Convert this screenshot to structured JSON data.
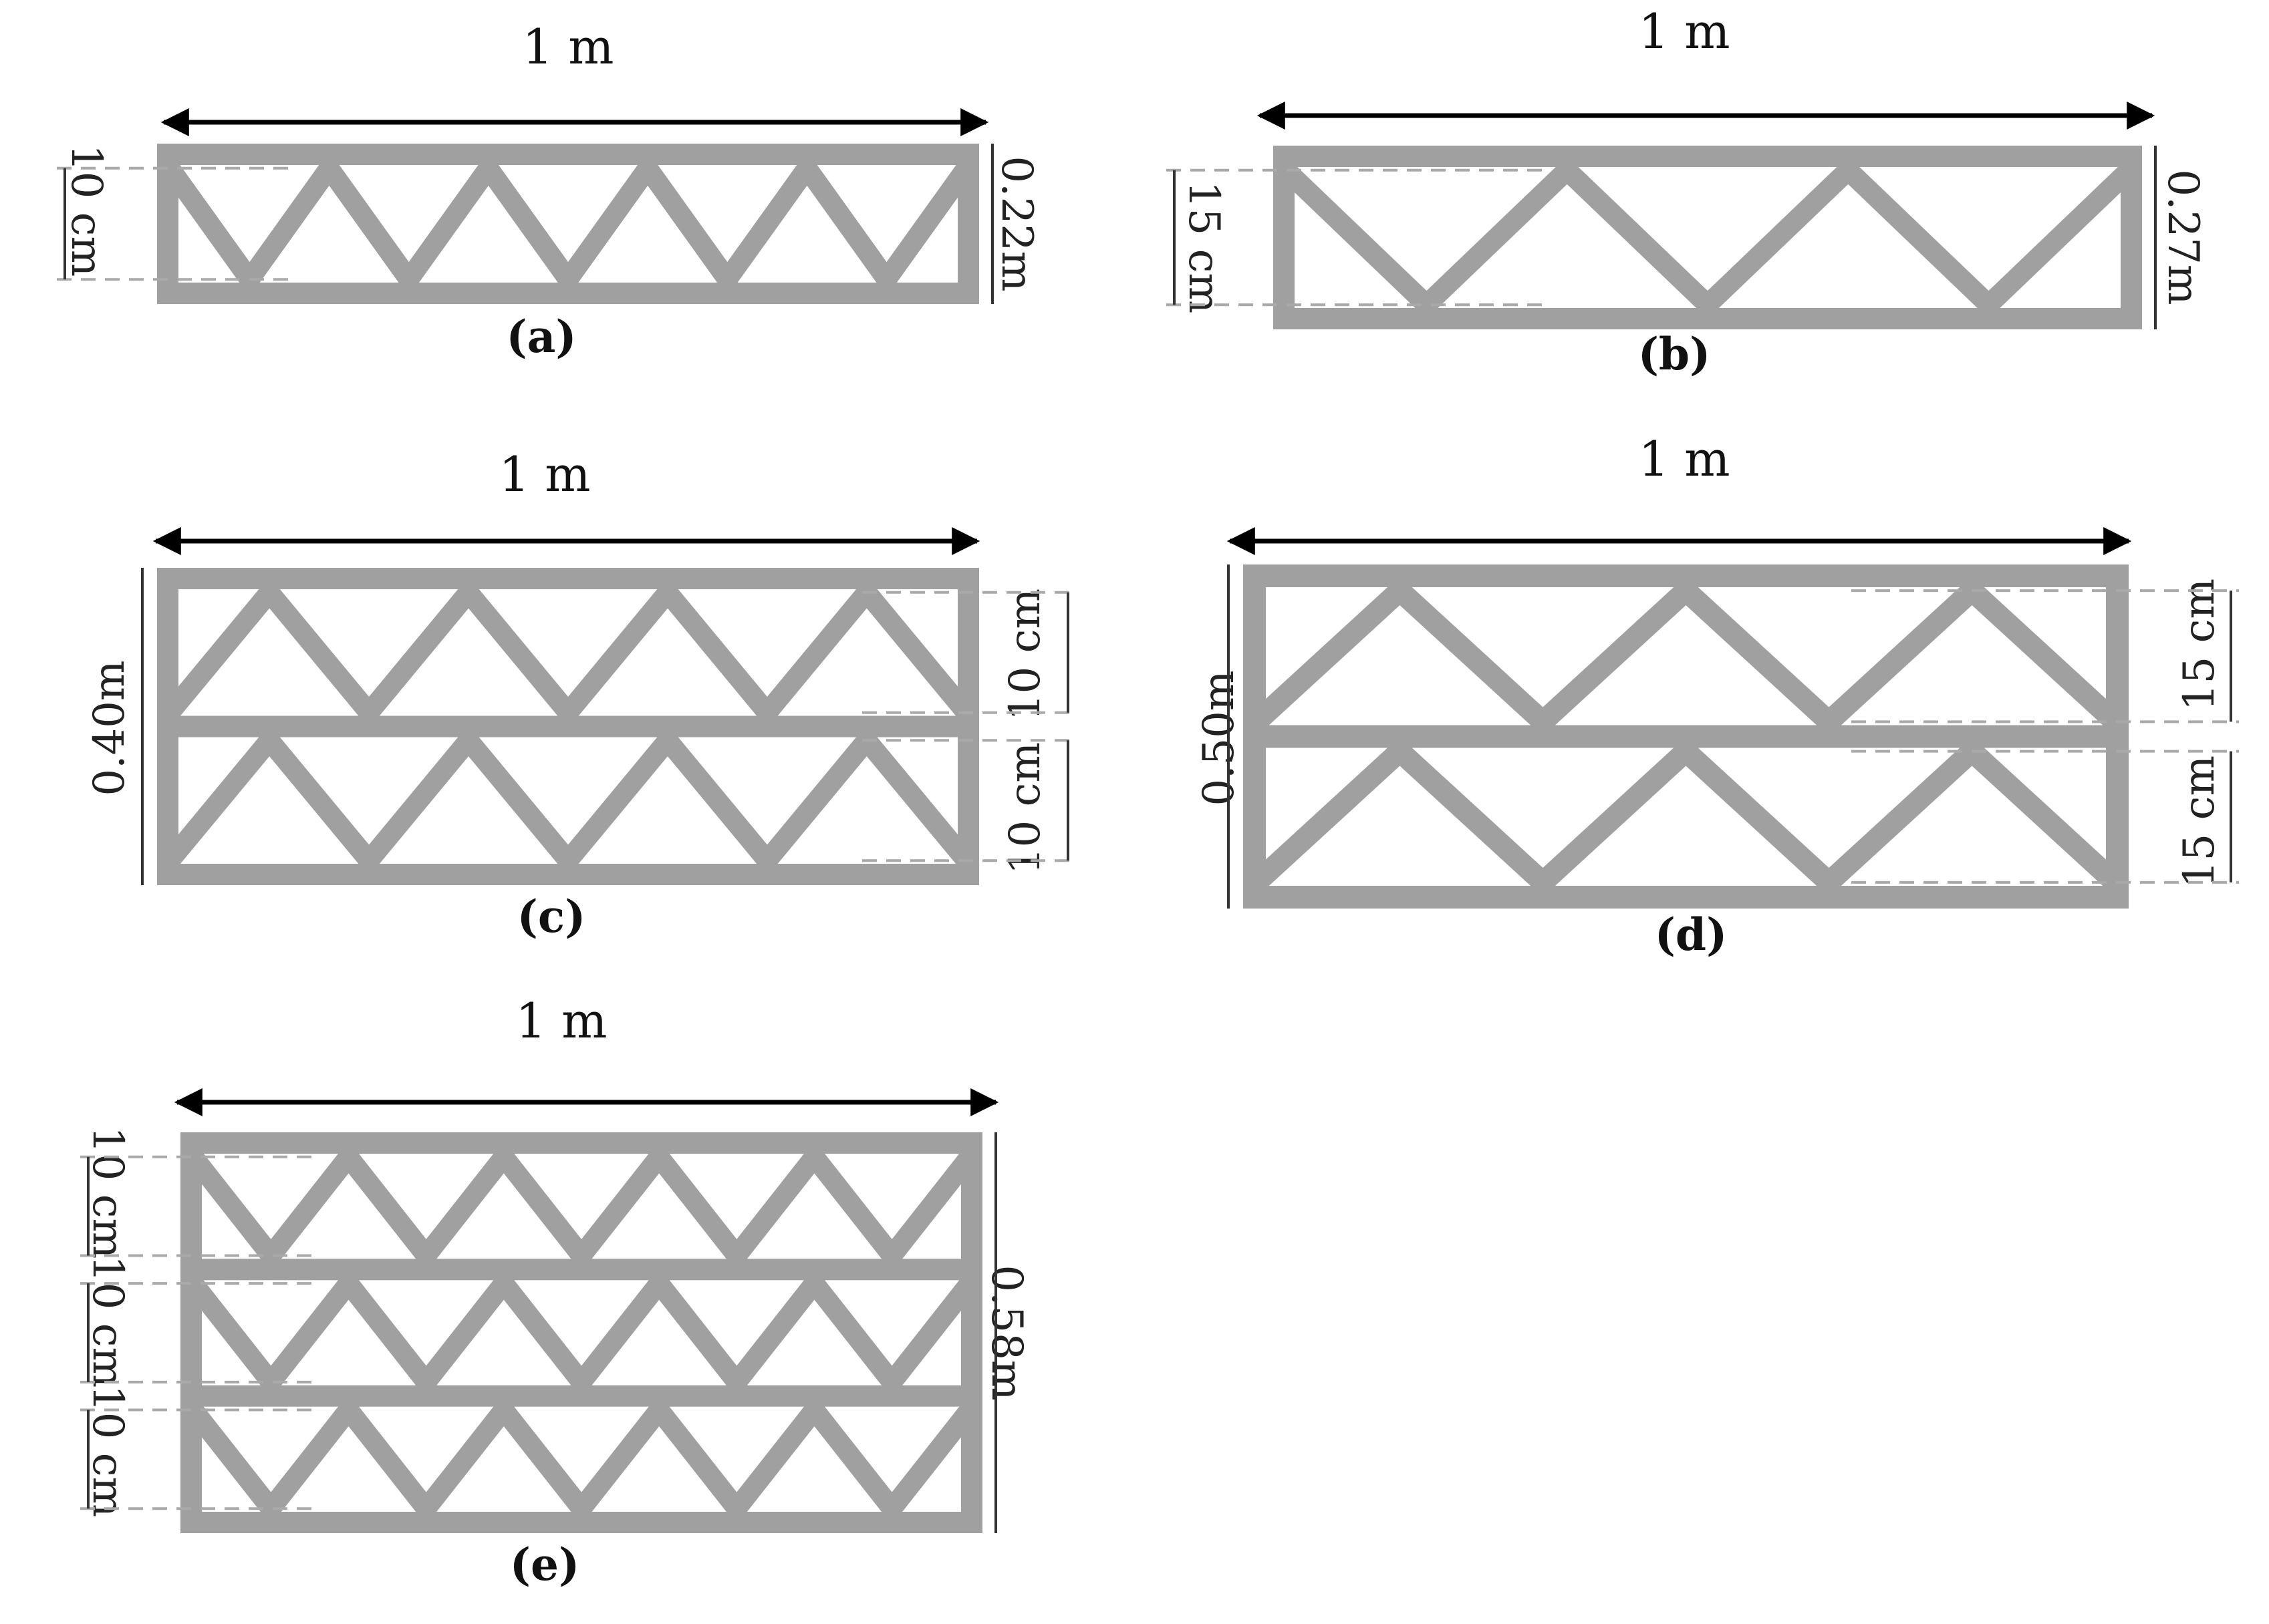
{
  "panels": [
    {
      "caption": "(a)",
      "width_label": "1 m",
      "height_label": "0.22m",
      "layer_labels": [
        "10 cm"
      ],
      "layers": 1,
      "peaks": 5,
      "direction": "V"
    },
    {
      "caption": "(b)",
      "width_label": "1 m",
      "height_label": "0.27m",
      "layer_labels": [
        "15 cm"
      ],
      "layers": 1,
      "peaks": 3,
      "direction": "V"
    },
    {
      "caption": "(c)",
      "width_label": "1 m",
      "height_label": "0.40m",
      "layer_labels": [
        "10 cm",
        "10 cm"
      ],
      "layers": 2,
      "peaks": 4,
      "direction": "A"
    },
    {
      "caption": "(d)",
      "width_label": "1 m",
      "height_label": "0.50m",
      "layer_labels": [
        "15 cm",
        "15 cm"
      ],
      "layers": 2,
      "peaks": 3,
      "direction": "A"
    },
    {
      "caption": "(e)",
      "width_label": "1 m",
      "height_label": "0.58m",
      "layer_labels": [
        "10 cm",
        "10 cm",
        "10 cm"
      ],
      "layers": 3,
      "peaks": 5,
      "direction": "V"
    }
  ],
  "colors": {
    "truss": "#a0a0a0",
    "dimension": "#000000",
    "guide": "#a9a9a9",
    "background": "#ffffff"
  }
}
